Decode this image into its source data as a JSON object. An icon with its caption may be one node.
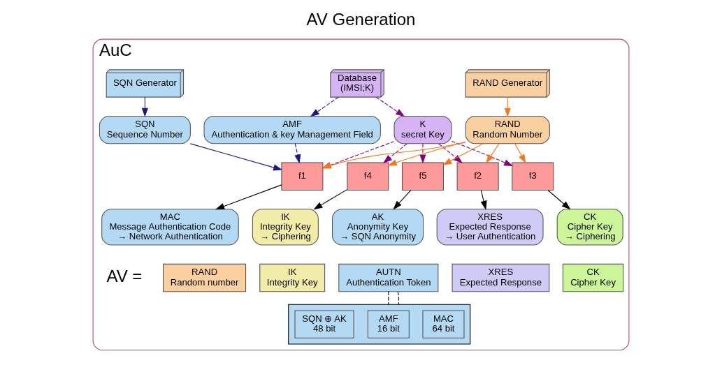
{
  "diagram": {
    "title": "AV Generation",
    "nodes": [
      {
        "text": [
          "AuC"
        ]
      },
      {
        "text": [
          "SQN Generator"
        ],
        "in": 0
      },
      {
        "text": [
          "Database",
          "(IMSI;K)"
        ],
        "in": 0
      },
      {
        "text": [
          "RAND Generator"
        ],
        "in": 0
      },
      {
        "text": [
          "SQN",
          "Sequence Number"
        ],
        "in": 0
      },
      {
        "text": [
          "AMF",
          "Authentication & key Management Field"
        ],
        "in": 0
      },
      {
        "text": [
          "K",
          "secret Key"
        ],
        "in": 0
      },
      {
        "text": [
          "RAND",
          "Random Number"
        ],
        "in": 0
      },
      {
        "text": [
          "f1"
        ],
        "in": 0
      },
      {
        "text": [
          "f2"
        ],
        "in": 0
      },
      {
        "text": [
          "f3"
        ],
        "in": 0
      },
      {
        "text": [
          "f4"
        ],
        "in": 0
      },
      {
        "text": [
          "f5"
        ],
        "in": 0
      },
      {
        "text": [
          "MAC",
          "Message Authentication Code",
          "→ Network Authentication"
        ],
        "in": 0
      },
      {
        "text": [
          "XRES",
          "Expected Response",
          "→ User Authentication"
        ],
        "in": 0
      },
      {
        "text": [
          "CK",
          "Cipher Key",
          "→ Ciphering"
        ],
        "in": 0
      },
      {
        "text": [
          "IK",
          "Integrity Key",
          "→ Ciphering"
        ],
        "in": 0
      },
      {
        "text": [
          "AK",
          "Anonymity Key",
          "→ SQN Anonymity"
        ],
        "in": 0
      },
      {
        "text": [
          "RAND",
          "Random number"
        ],
        "in": 0
      },
      {
        "text": [
          "XRES",
          "Expected Response"
        ],
        "in": 0
      },
      {
        "text": [
          "CK",
          "Cipher Key"
        ],
        "in": 0
      },
      {
        "text": [
          "IK",
          "Integrity Key"
        ],
        "in": 0
      },
      {
        "text": [
          "AUTN",
          "Authentication Token"
        ],
        "in": 0
      },
      {
        "text": [],
        "shape": "box",
        "in": 0
      },
      {
        "text": [
          "SQN ⊕ AK",
          "48 bit"
        ],
        "in": 23
      },
      {
        "text": [
          "AMF",
          "16 bit"
        ],
        "in": 23
      },
      {
        "text": [
          "MAC",
          "64 bit"
        ],
        "in": 23
      }
    ],
    "edges": [
      {
        "from": 1,
        "to": 4,
        "arrow": "to",
        "color": "#1a1a80"
      },
      {
        "from": 2,
        "to": 5,
        "arrow": "to",
        "style": "dashed",
        "color": "#1a1a80"
      },
      {
        "from": 2,
        "to": 6,
        "arrow": "to",
        "style": "dashed",
        "color": "#800080"
      },
      {
        "from": 3,
        "to": 7,
        "arrow": "to",
        "color": "#f07820"
      },
      {
        "from": 4,
        "to": 8,
        "arrow": "to",
        "color": "#1a1a80"
      },
      {
        "from": 5,
        "to": 8,
        "arrow": "to",
        "style": "dashed",
        "color": "#1a1a80"
      },
      {
        "from": 6,
        "to": 8,
        "arrow": "to",
        "style": "dashed",
        "color": "#800080"
      },
      {
        "from": 6,
        "to": 9,
        "arrow": "to",
        "style": "dashed",
        "color": "#800080"
      },
      {
        "from": 6,
        "to": 10,
        "arrow": "to",
        "style": "dashed",
        "color": "#800080"
      },
      {
        "from": 6,
        "to": 11,
        "arrow": "to",
        "style": "dashed",
        "color": "#800080"
      },
      {
        "from": 6,
        "to": 12,
        "arrow": "to",
        "style": "dashed",
        "color": "#800080"
      },
      {
        "from": 7,
        "to": 8,
        "arrow": "to",
        "color": "#f07820"
      },
      {
        "from": 7,
        "to": 9,
        "arrow": "to",
        "color": "#f07820"
      },
      {
        "from": 7,
        "to": 10,
        "arrow": "to",
        "color": "#f07820"
      },
      {
        "from": 7,
        "to": 11,
        "arrow": "to",
        "color": "#f07820"
      },
      {
        "from": 7,
        "to": 12,
        "arrow": "to",
        "color": "#f07820"
      },
      {
        "from": 8,
        "to": 13,
        "arrow": "to",
        "color": "#000000"
      },
      {
        "from": 9,
        "to": 14,
        "arrow": "to",
        "color": "#000000"
      },
      {
        "from": 10,
        "to": 15,
        "arrow": "to",
        "color": "#000000"
      },
      {
        "from": 11,
        "to": 16,
        "arrow": "to",
        "color": "#000000"
      },
      {
        "from": 12,
        "to": 17,
        "arrow": "to",
        "color": "#000000"
      },
      {
        "from": 22,
        "to": 23,
        "arrow": "none",
        "style": "dashed",
        "color": "#000000"
      },
      {
        "from": 22,
        "to": 23,
        "arrow": "none",
        "style": "dashed",
        "color": "#000000"
      }
    ],
    "labels": [
      "AV ="
    ]
  }
}
